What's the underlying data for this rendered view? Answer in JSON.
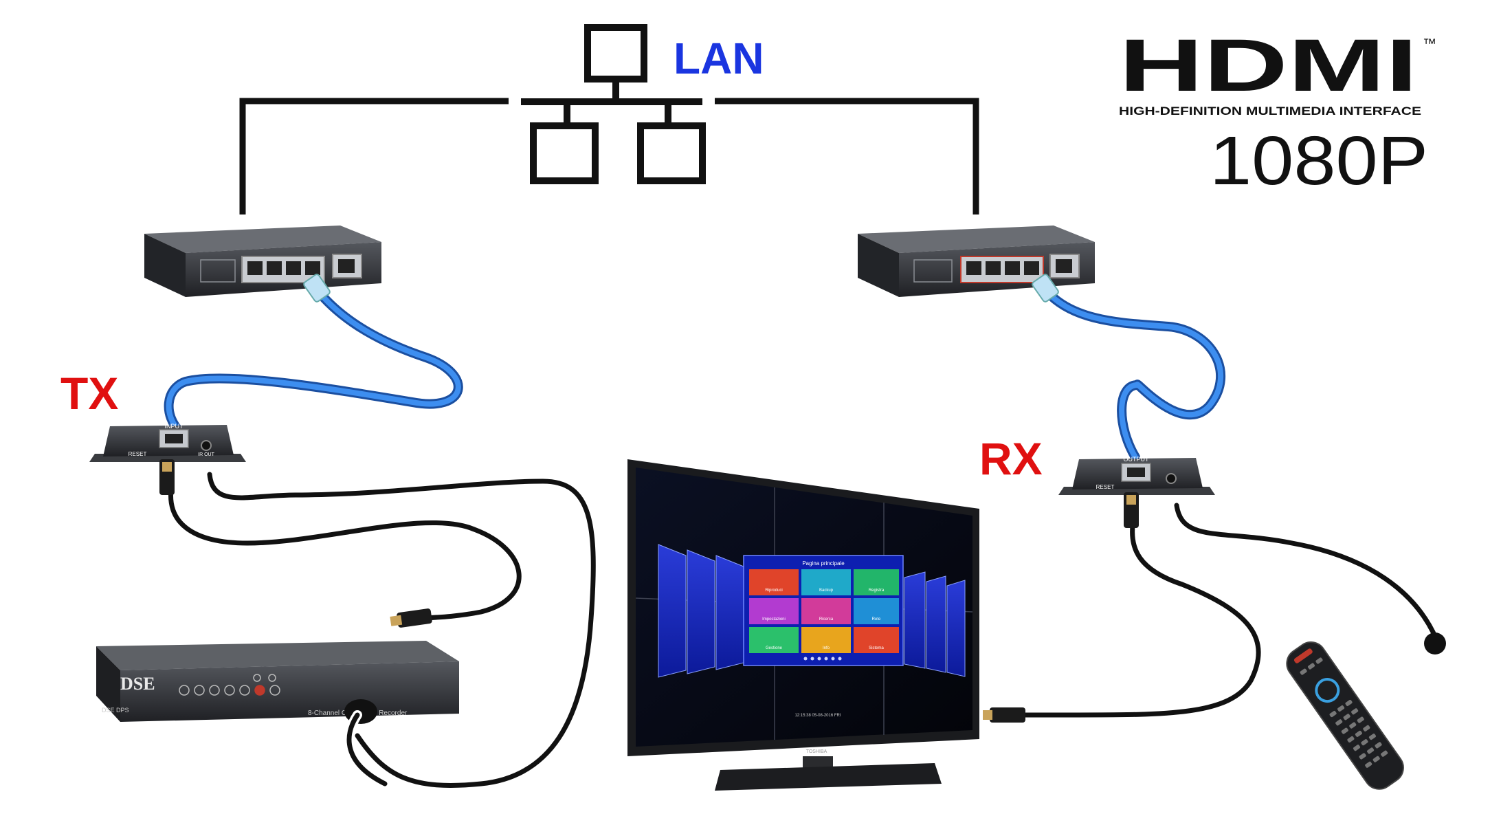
{
  "network": {
    "label": "LAN",
    "label_color": "#1a35e0"
  },
  "transmitter": {
    "label": "TX",
    "label_color": "#e01010",
    "port_label": "INPUT",
    "reset_label": "RESET",
    "ir_label": "IR OUT"
  },
  "receiver": {
    "label": "RX",
    "label_color": "#e01010",
    "port_label": "OUTPUT",
    "reset_label": "RESET"
  },
  "hdmi_logo": {
    "wordmark": "HDMI",
    "trademark": "™",
    "tagline": "HIGH-DEFINITION MULTIMEDIA INTERFACE",
    "resolution": "1080P"
  },
  "recorder": {
    "brand": "DSE",
    "model": "DSE DPS",
    "caption": "8-Channel Onvif Video Recorder"
  },
  "tv": {
    "menu_title": "Pagina principale",
    "tiles": [
      "Riproduci",
      "Backup",
      "Registra",
      "Impostazioni",
      "Ricerca",
      "Rete",
      "Gestione",
      "Info",
      "Sistema"
    ],
    "timestamp": "12:15:38 05-08-2016 FRI",
    "brand": "TOSHIBA"
  },
  "colors": {
    "cable_blue": "#2a7bd6",
    "device_dark": "#2b2d31"
  }
}
